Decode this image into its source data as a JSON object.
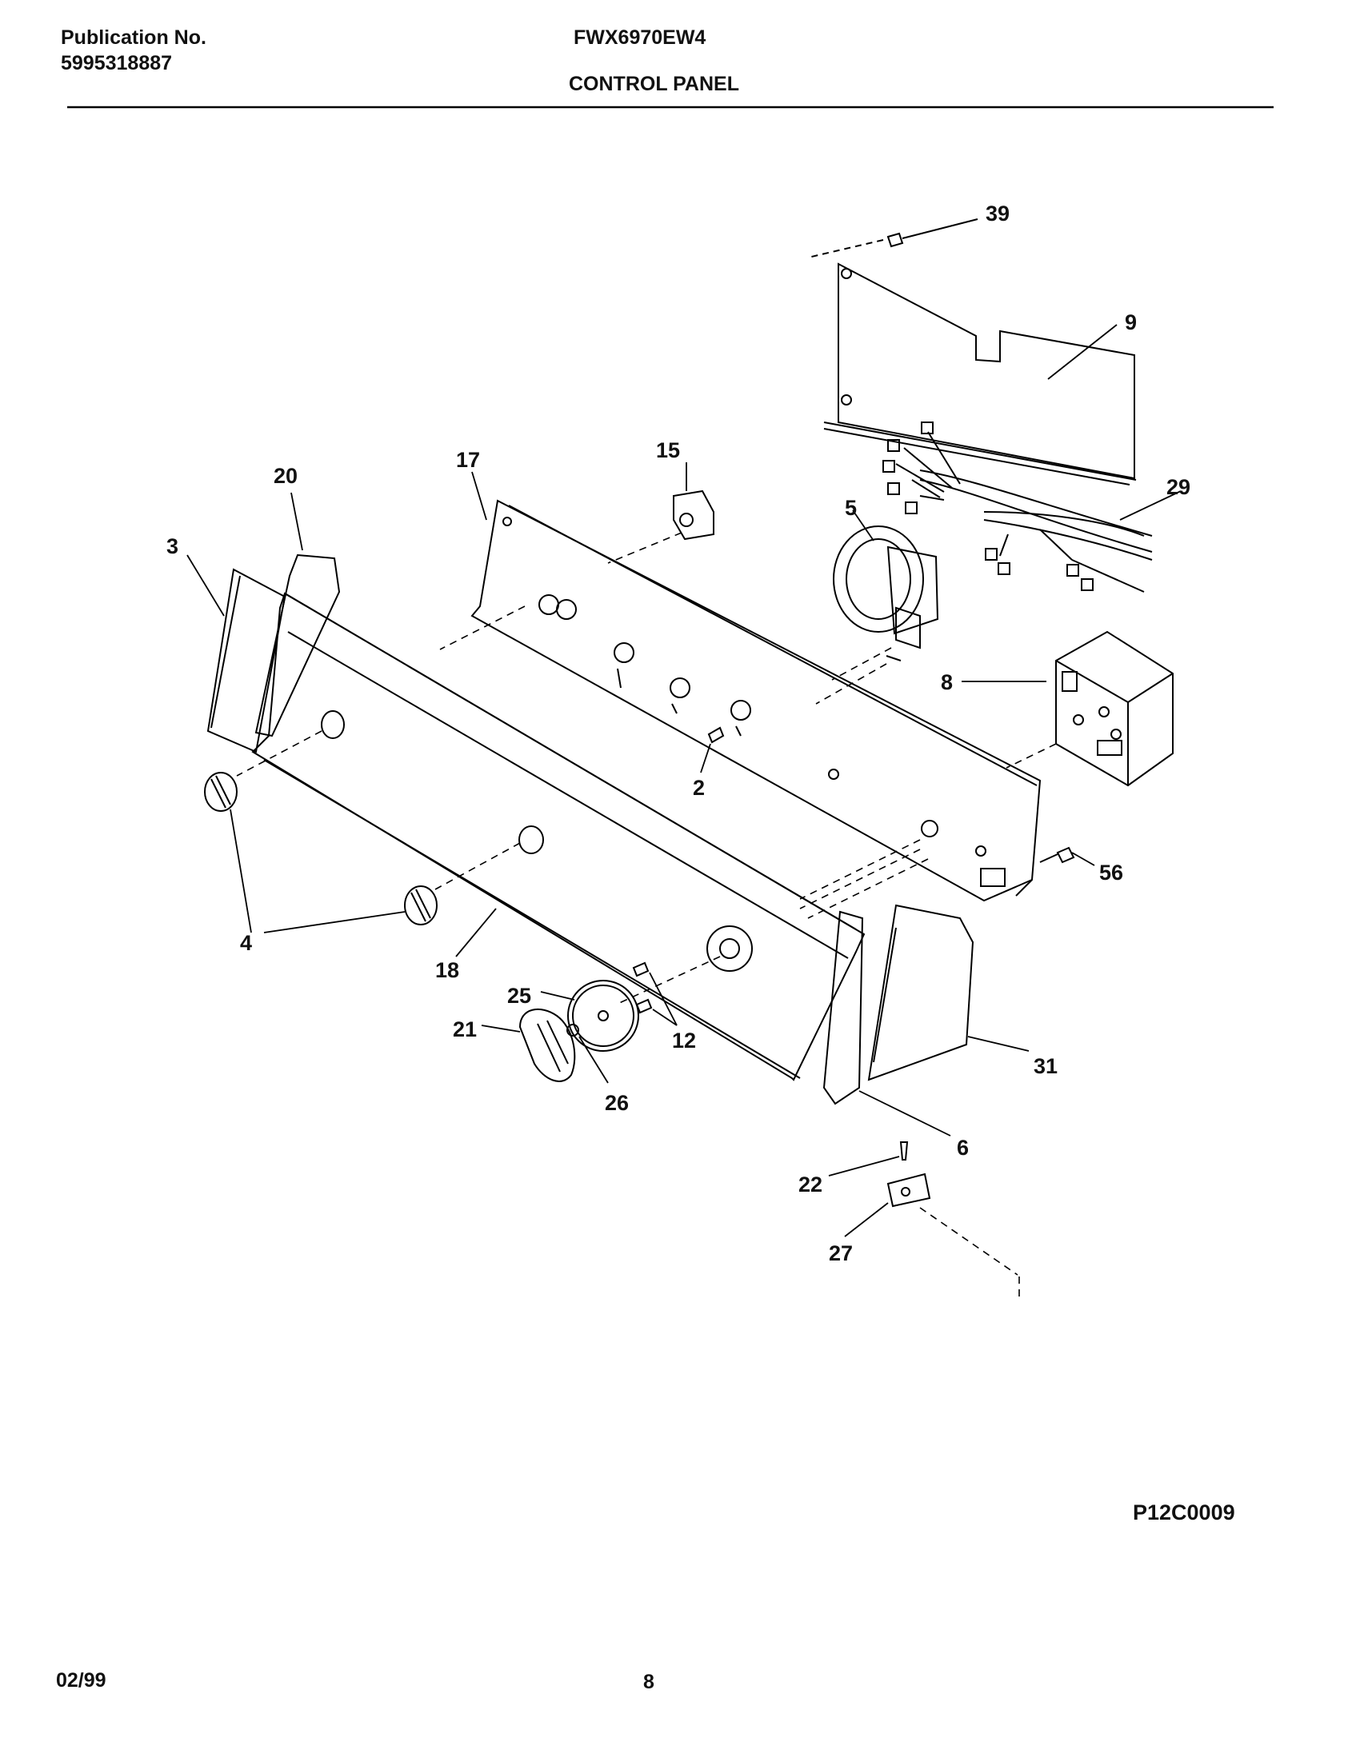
{
  "header": {
    "publication_label": "Publication No.",
    "publication_number": "5995318887",
    "model": "FWX6970EW4",
    "section_title": "CONTROL PANEL"
  },
  "diagram": {
    "callouts": [
      "39",
      "9",
      "29",
      "15",
      "17",
      "20",
      "5",
      "3",
      "8",
      "2",
      "56",
      "4",
      "18",
      "12",
      "25",
      "21",
      "26",
      "31",
      "6",
      "22",
      "27"
    ]
  },
  "footer": {
    "illustration_code": "P12C0009",
    "date": "02/99",
    "page_number": "8"
  }
}
